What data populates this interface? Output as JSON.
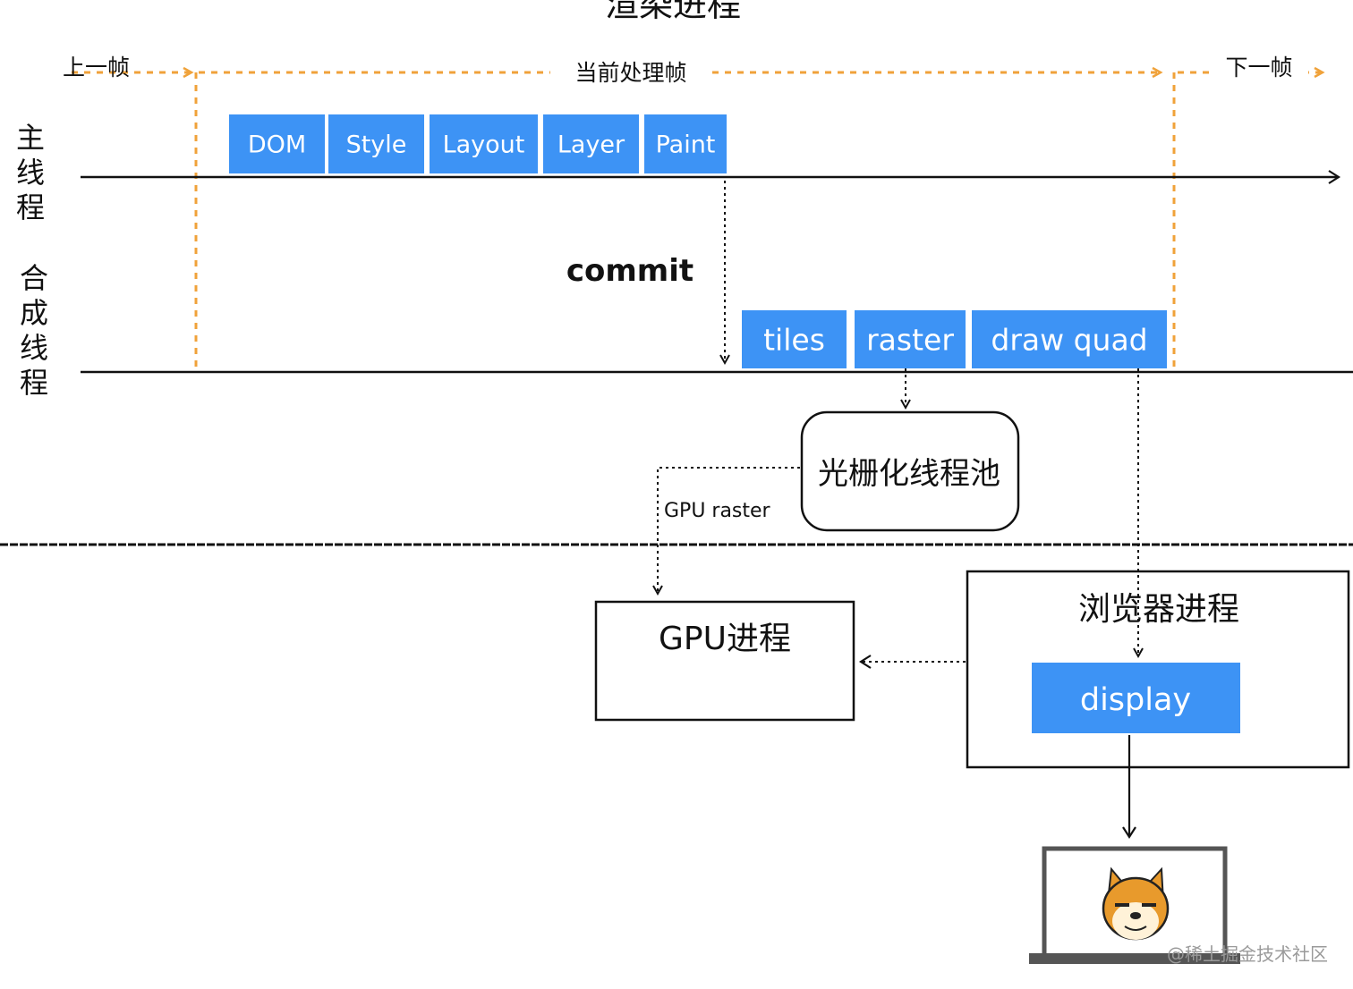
{
  "title": "渲染进程",
  "frames": {
    "prev": "上一帧",
    "current": "当前处理帧",
    "next": "下一帧"
  },
  "threads": {
    "main": "主线程",
    "compositor": "合成线程"
  },
  "main_thread_stages": [
    "DOM",
    "Style",
    "Layout",
    "Layer",
    "Paint"
  ],
  "commit_label": "commit",
  "compositor_stages": [
    "tiles",
    "raster",
    "draw quad"
  ],
  "raster_pool": "光栅化线程池",
  "gpu_raster_label": "GPU raster",
  "gpu_process": "GPU进程",
  "browser_process": "浏览器进程",
  "display_label": "display",
  "watermark": "@稀土掘金技术社区",
  "colors": {
    "stage_box": "#3d93f5",
    "frame_marker": "#f0a23a",
    "line": "#111111"
  },
  "icons": {
    "monitor": "monitor-icon",
    "doge": "doge-icon"
  }
}
